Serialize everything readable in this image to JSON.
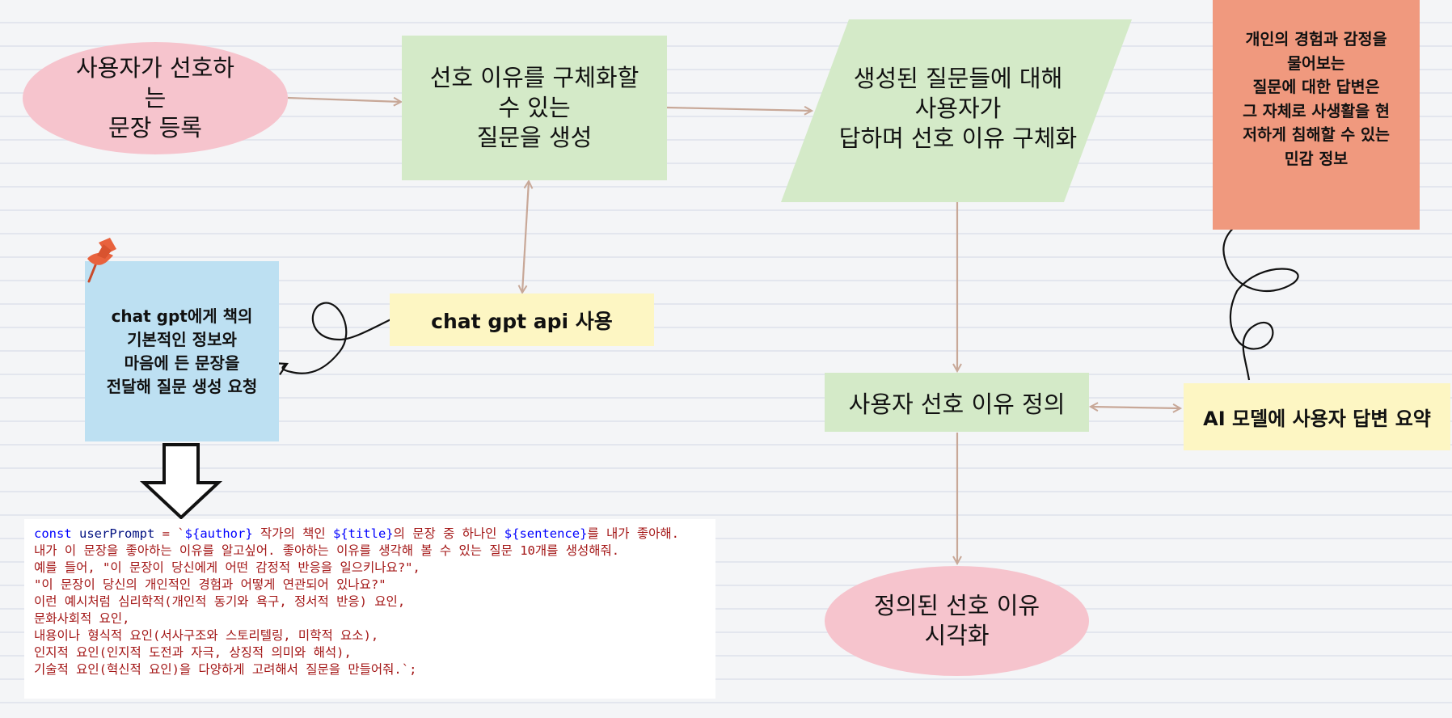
{
  "nodes": {
    "register": "사용자가 선호하\n는\n문장 등록",
    "generate": "선호 이유를 구체화할\n수 있는\n질문을 생성",
    "answer": "생성된 질문들에 대해\n사용자가\n답하며 선호 이유 구체화",
    "sensitive": "개인의 경험과 감정을\n물어보는\n질문에 대한 답변은\n그 자체로 사생활을 현\n저하게 침해할 수 있는\n민감 정보",
    "gpt_request": "chat gpt에게 책의\n기본적인 정보와\n마음에 든 문장을\n전달해 질문 생성 요청",
    "api": "chat gpt api 사용",
    "define": "사용자 선호 이유 정의",
    "summary": "AI 모델에 사용자 답변 요약",
    "visualize": "정의된 선호 이유\n시각화"
  },
  "code": {
    "keyword": "const",
    "identifier": "userPrompt",
    "line1_a": " = `",
    "var_author": "${author}",
    "line1_b": " 작가의 책인 ",
    "var_title": "${title}",
    "line1_c": "의 문장 중 하나인 ",
    "var_sentence": "${sentence}",
    "line1_d": "를 내가 좋아해.",
    "lines": [
      "내가 이 문장을 좋아하는 이유를 알고싶어. 좋아하는 이유를 생각해 볼 수 있는 질문 10개를 생성해줘.",
      "예를 들어, \"이 문장이 당신에게 어떤 감정적 반응을 일으키나요?\",",
      "\"이 문장이 당신의 개인적인 경험과 어떻게 연관되어 있나요?\"",
      "이런 예시처럼 심리학적(개인적 동기와 욕구, 정서적 반응) 요인,",
      "문화사회적 요인,",
      "내용이나 형식적 요인(서사구조와 스토리텔링, 미학적 요소),",
      "인지적 요인(인지적 도전과 자극, 상징적 의미와 해석),",
      "기술적 요인(혁신적 요인)을 다양하게 고려해서 질문을 만들어줘.`;"
    ]
  },
  "colors": {
    "pink": "#f6c4cd",
    "green": "#d4eac8",
    "yellow": "#fdf6c3",
    "blue": "#bde0f2",
    "salmon": "#f0997e",
    "arrow": "#c8a898",
    "pin": "#e8623d"
  },
  "icons": [
    "pushpin-icon",
    "hollow-down-arrow-icon",
    "squiggle-arrow-icon"
  ]
}
